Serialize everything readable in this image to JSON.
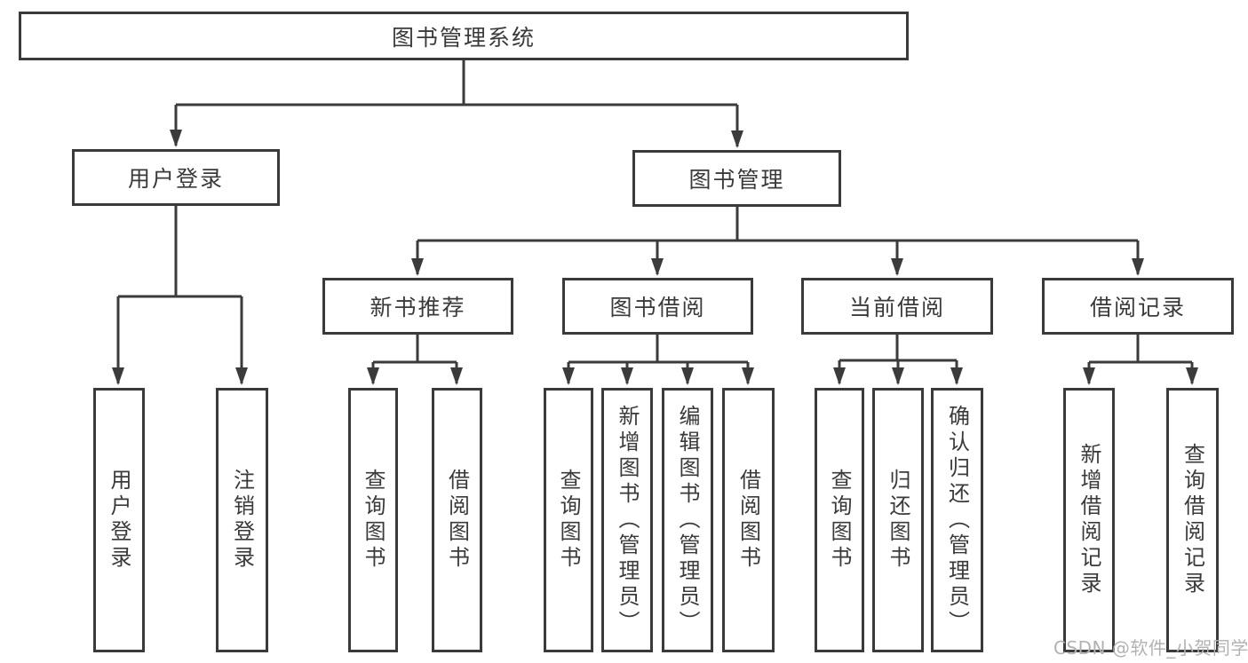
{
  "tree": {
    "label": "图书管理系统",
    "children": [
      {
        "label": "用户登录",
        "children": [
          {
            "label": "用户登录"
          },
          {
            "label": "注销登录"
          }
        ]
      },
      {
        "label": "图书管理",
        "children": [
          {
            "label": "新书推荐",
            "children": [
              {
                "label": "查询图书"
              },
              {
                "label": "借阅图书"
              }
            ]
          },
          {
            "label": "图书借阅",
            "children": [
              {
                "label": "查询图书"
              },
              {
                "label": "新增图书（管理员）"
              },
              {
                "label": "编辑图书（管理员）"
              },
              {
                "label": "借阅图书"
              }
            ]
          },
          {
            "label": "当前借阅",
            "children": [
              {
                "label": "查询图书"
              },
              {
                "label": "归还图书"
              },
              {
                "label": "确认归还（管理员）"
              }
            ]
          },
          {
            "label": "借阅记录",
            "children": [
              {
                "label": "新增借阅记录"
              },
              {
                "label": "查询借阅记录"
              }
            ]
          }
        ]
      }
    ]
  },
  "watermark": {
    "text": "CSDN @软件_小贺同学"
  },
  "colors": {
    "line": "#3b3b3b",
    "box_border": "#3a3a3a",
    "text": "#3a3a3a",
    "watermark": "#b2b2b2",
    "background": "#ffffff"
  }
}
